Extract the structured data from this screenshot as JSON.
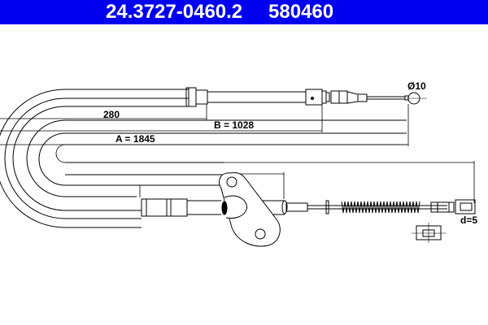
{
  "header": {
    "part_number": "24.3727-0460.2",
    "ref_number": "580460",
    "background_color": "#0000ee",
    "text_color": "#ffffff"
  },
  "diagram": {
    "type": "cable technical drawing",
    "dimensions": {
      "dim_280": "280",
      "dim_b": "B = 1028",
      "dim_a": "A = 1845",
      "dim_ball": "Ø10",
      "dim_d": "d=5"
    }
  }
}
